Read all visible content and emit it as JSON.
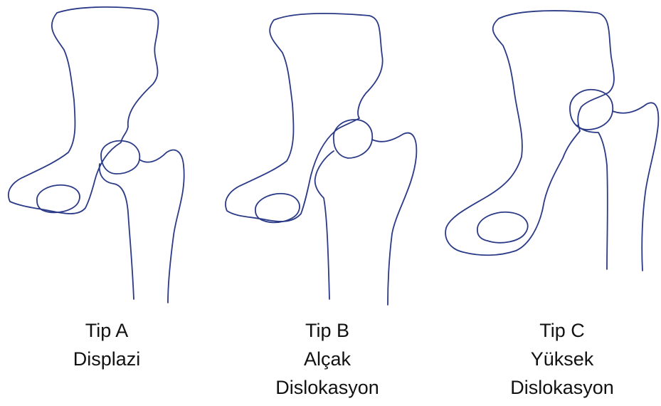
{
  "figure": {
    "stroke_color": "#2b3a87",
    "text_color": "#111111",
    "panels": [
      {
        "type_label": "Tip A",
        "description_lines": [
          "Displazi"
        ]
      },
      {
        "type_label": "Tip B",
        "description_lines": [
          "Alçak",
          "Dislokasyon"
        ]
      },
      {
        "type_label": "Tip C",
        "description_lines": [
          "Yüksek",
          "Dislokasyon"
        ]
      }
    ]
  }
}
